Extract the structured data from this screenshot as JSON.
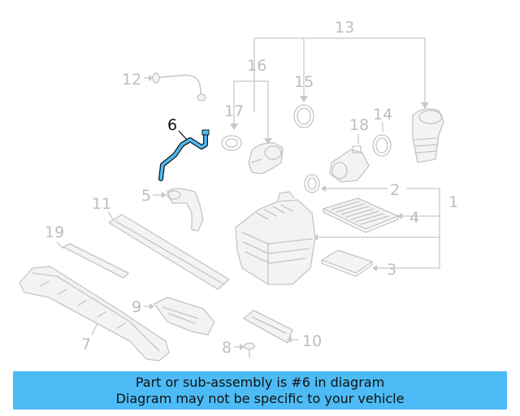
{
  "diagram": {
    "callouts": {
      "c1": "1",
      "c2": "2",
      "c3": "3",
      "c4": "4",
      "c5": "5",
      "c6": "6",
      "c7": "7",
      "c8": "8",
      "c9": "9",
      "c10": "10",
      "c11": "11",
      "c12": "12",
      "c13": "13",
      "c14": "14",
      "c15": "15",
      "c16": "16",
      "c17": "17",
      "c18": "18",
      "c19": "19"
    },
    "highlighted_part": "6",
    "colors": {
      "highlight": "#4dbbf5",
      "muted": "#bdbdbd",
      "text": "#111111"
    }
  },
  "banner": {
    "line1": "Part or sub-assembly is #6 in diagram",
    "line2": "Diagram may not be specific to your vehicle",
    "background": "#4dbbf5"
  }
}
